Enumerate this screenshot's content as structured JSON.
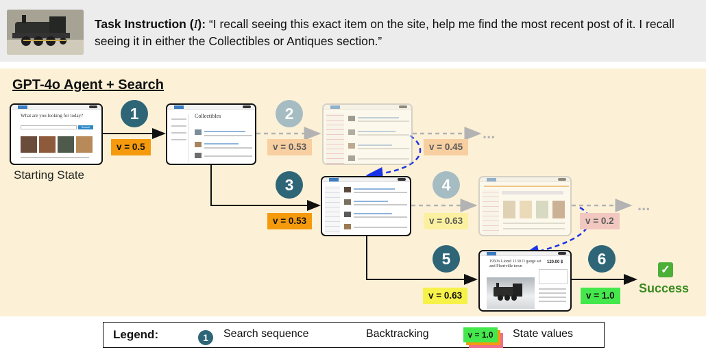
{
  "task": {
    "label": "Task Instruction (",
    "label_symbol": "I",
    "label_close": "):",
    "text": "“I recall seeing this exact item on the site, help me find the most recent post of it. I recall seeing it in either the Collectibles or Antiques section.”"
  },
  "panel_title": "GPT-4o Agent + Search",
  "starting_state": {
    "label": "Starting State",
    "headline": "What are you looking for today?",
    "button_label": "Search"
  },
  "collectibles_page": {
    "heading": "Collectibles"
  },
  "item_page": {
    "title": "1950's Lionel 1130 O gauge set and Plarriville town",
    "price": "120.00 $"
  },
  "steps": [
    {
      "number": "1",
      "value": "v = 0.5"
    },
    {
      "number": "2",
      "value": "v = 0.53"
    },
    {
      "number": "3",
      "value": "v = 0.53"
    },
    {
      "number": "4",
      "value": "v = 0.63"
    },
    {
      "number": "5",
      "value": "v = 0.63"
    },
    {
      "number": "6",
      "value": "v = 1.0"
    }
  ],
  "extra_values": {
    "after_2": "v = 0.45",
    "after_4": "v = 0.2"
  },
  "ellipsis": "...",
  "outcome": {
    "icon": "✓",
    "label": "Success"
  },
  "legend": {
    "title": "Legend:",
    "step_example": "1",
    "search_label": "Search sequence",
    "backtrack_label": "Backtracking",
    "value_example": "v = 1.0",
    "state_values_label": "State values"
  },
  "colors": {
    "panel_bg": "#fcf1d6",
    "step_circle": "#2e6577",
    "value_orange": "#f59a0c",
    "value_yellow": "#f7f24a",
    "value_green": "#45e84c",
    "backtrack_blue": "#1a33e6",
    "success_green": "#3a8a1e"
  }
}
